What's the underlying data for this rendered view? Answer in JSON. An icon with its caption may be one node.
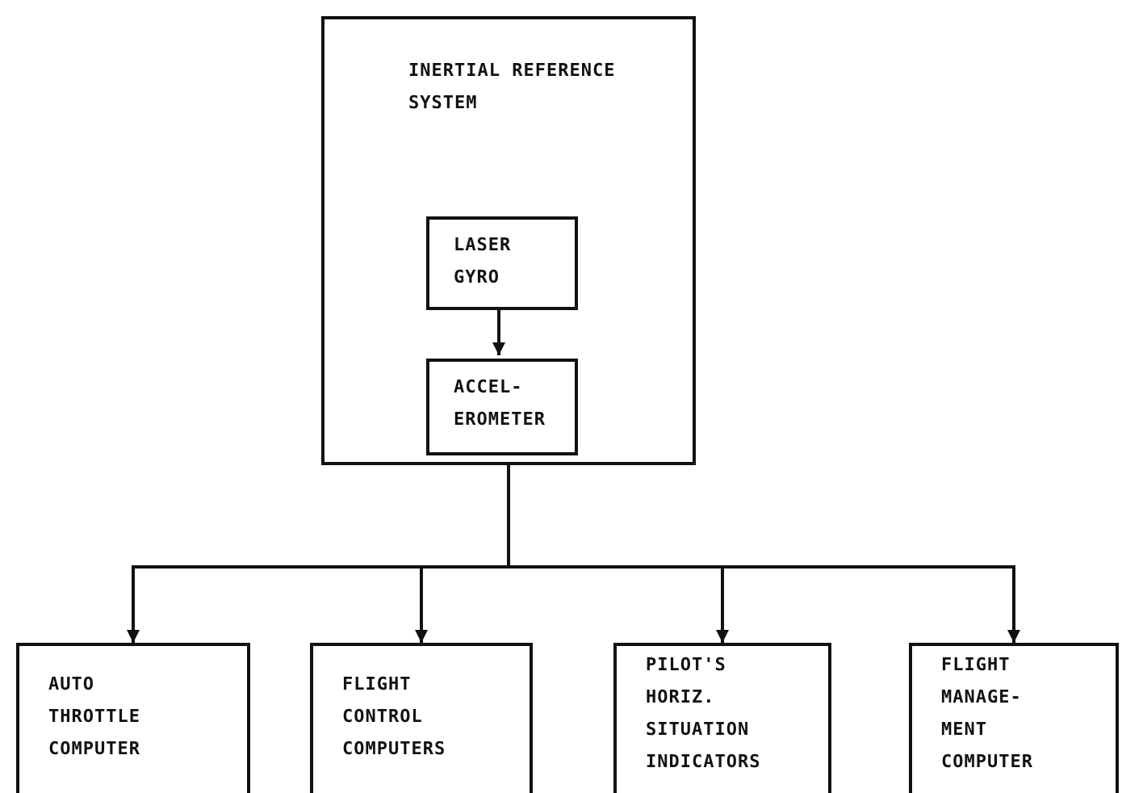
{
  "diagram": {
    "nodes": [
      {
        "text": [
          "INERTIAL REFERENCE SYSTEM"
        ]
      },
      {
        "text": [
          "LASER GYRO"
        ],
        "in": 0
      },
      {
        "text": [
          "ACCEL- EROMETER"
        ],
        "in": 0
      },
      {
        "text": [
          "AUTO THROTTLE COMPUTER"
        ]
      },
      {
        "text": [
          "FLIGHT CONTROL COMPUTERS"
        ]
      },
      {
        "text": [
          "PILOT'S HORIZ. SITUATION INDICATORS"
        ]
      },
      {
        "text": [
          "FLIGHT MANAGE- MENT COMPUTER"
        ]
      }
    ],
    "edges": [
      {
        "from": 1,
        "to": 2,
        "arrow": "to"
      },
      {
        "from": 0,
        "to": 3,
        "arrow": "to"
      },
      {
        "from": 0,
        "to": 4,
        "arrow": "to"
      },
      {
        "from": 0,
        "to": 5,
        "arrow": "to"
      },
      {
        "from": 0,
        "to": 6,
        "arrow": "to"
      }
    ]
  }
}
